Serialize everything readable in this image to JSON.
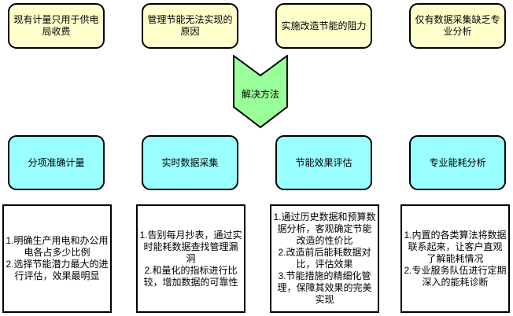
{
  "diagram": {
    "problems": [
      {
        "label": "现有计量只用于供电局收费"
      },
      {
        "label": "管理节能无法实现的原因"
      },
      {
        "label": "实施改造节能的阻力"
      },
      {
        "label": "仅有数据采集缺乏专业分析"
      }
    ],
    "arrow_label": "解决方法",
    "solutions": [
      {
        "title": "分项准确计量",
        "details": [
          "1.明确生产用电和办公用电各占多少比例",
          "2.选择节能潜力最大的进行评估，效果最明显"
        ]
      },
      {
        "title": "实时数据采集",
        "details": [
          "1.告别每月抄表，通过实时能耗数据查找管理漏洞",
          "2.和量化的指标进行比较，增加数据的可靠性"
        ]
      },
      {
        "title": "节能效果评估",
        "details": [
          "1.通过历史数据和预算数据分析，客观确定节能改造的性价比",
          "2.改造前后能耗数据对比，评估效果",
          "3.节能措施的精细化管理，保障其效果的完美实现"
        ]
      },
      {
        "title": "专业能耗分析",
        "details": [
          "1.内置的各类算法将数据联系起来，让客户直观了解能耗情况",
          "2.专业服务队伍进行定期深入的能耗诊断"
        ]
      }
    ],
    "colors": {
      "problem_fill": "#FFFFCC",
      "solution_fill": "#99FFFF",
      "arrow_fill": "#99FF99",
      "border": "#000000",
      "background": "#FFFFFF"
    }
  }
}
